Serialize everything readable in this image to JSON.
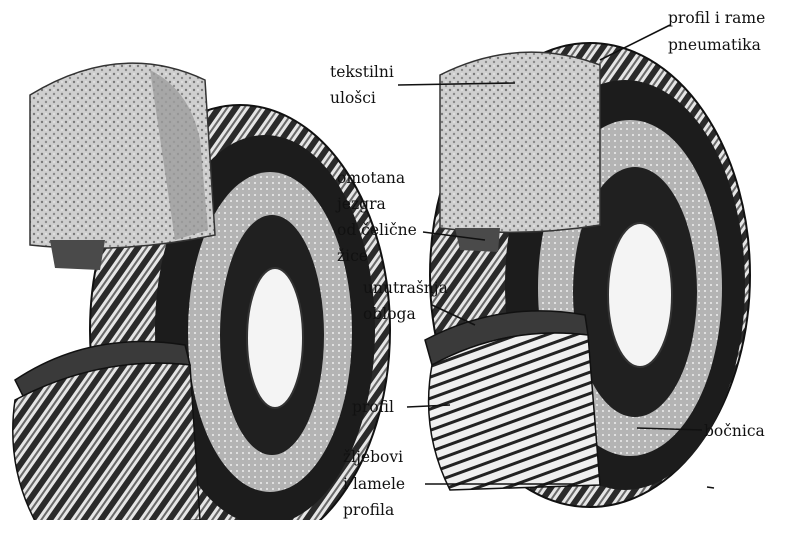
{
  "colors": {
    "ink": "#111111",
    "paper": "#ffffff",
    "tire_dark": "#1c1c1c",
    "tire_mid": "#6e6e6e",
    "tire_light": "#cfcfcf",
    "ply": "#bdbdbd"
  },
  "labels": {
    "profil_i_rame": [
      "profil i rame",
      "pneumatika"
    ],
    "tekstilni_ulosci": [
      "tekstilni",
      "ulošci"
    ],
    "omotana_jezgra": [
      "omotana",
      "jezgra",
      "od čelične",
      "žice"
    ],
    "unutrasnja_obloga": [
      "unutrašnja",
      "obloga"
    ],
    "profil": "profil",
    "bocnica": "bočnica",
    "zljebovi": [
      "žljebovi",
      "i lamele",
      "profila"
    ]
  }
}
